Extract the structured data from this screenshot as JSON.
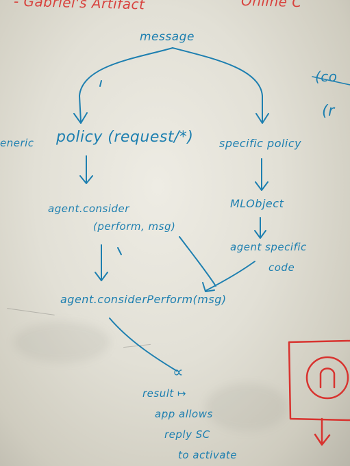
{
  "board": {
    "header": [
      "- Gabriel's Artifact",
      "Online C"
    ],
    "left_margin": "eneric",
    "right_fragments": [
      "(co",
      "(r"
    ],
    "nodes": {
      "message": "message",
      "policy": "policy (request/*)",
      "specific_policy": "specific policy",
      "consider_line1": "agent.consider",
      "consider_line2": "(perform, msg)",
      "mlobject": "MLObject",
      "agent_specific": "agent specific",
      "code": "code",
      "consider_perform": "agent.considerPerform(msg)",
      "alpha": "∝"
    },
    "note": [
      "result ↦",
      "app allows",
      "reply SC",
      "to activate"
    ]
  },
  "colors": {
    "ink_blue": "#1d7fb0",
    "ink_red": "#d8332f",
    "board": "#e6e4db"
  }
}
